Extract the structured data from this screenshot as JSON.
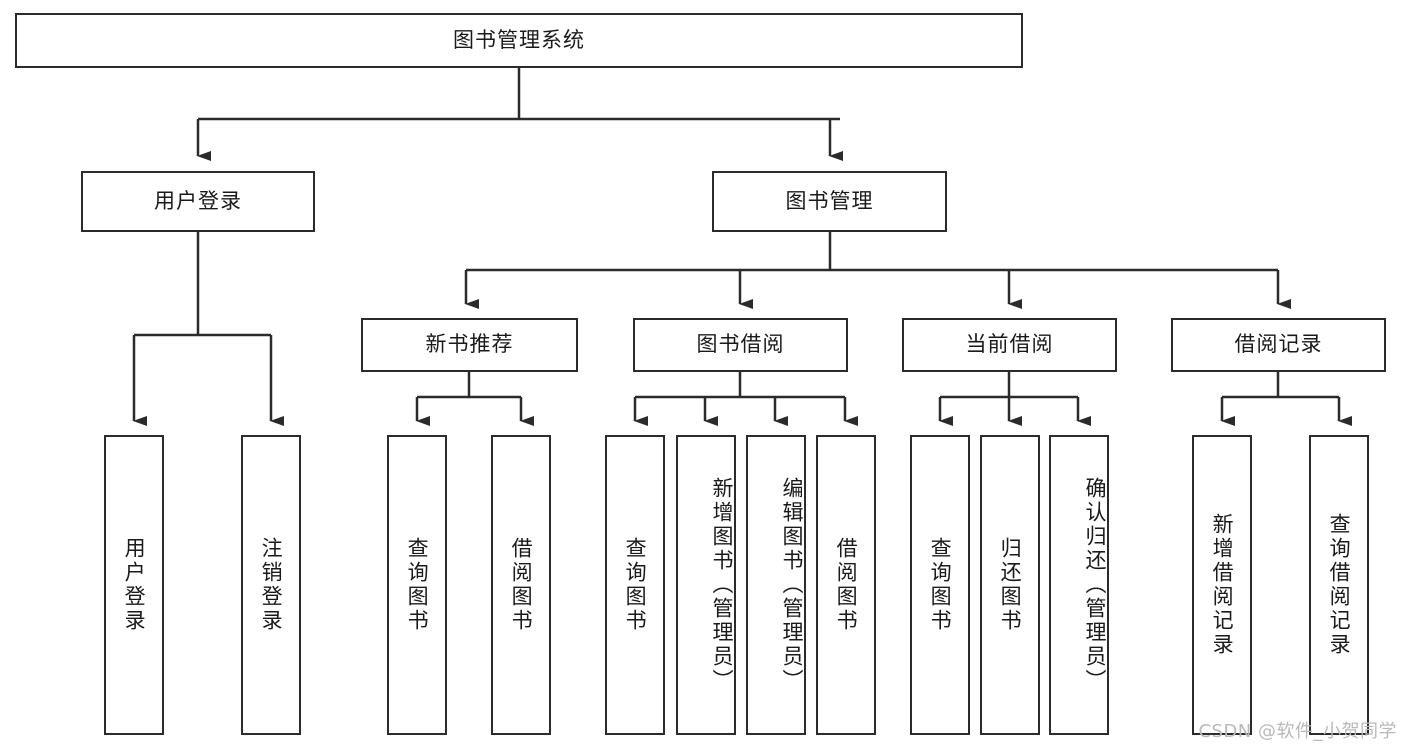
{
  "diagram": {
    "title": "图书管理系统",
    "type": "functional-structure-tree",
    "watermark": "CSDN @软件_小贺同学",
    "colors": {
      "border": "#2b2b2b",
      "background": "#ffffff",
      "text": "#1a1a1a",
      "watermark": "#b9b9b9"
    },
    "root": {
      "label": "图书管理系统"
    },
    "level2": [
      {
        "label": "用户登录"
      },
      {
        "label": "图书管理"
      }
    ],
    "level3": [
      {
        "label": "新书推荐"
      },
      {
        "label": "图书借阅"
      },
      {
        "label": "当前借阅"
      },
      {
        "label": "借阅记录"
      }
    ],
    "leaves": {
      "user_login": [
        {
          "label": "用户登录"
        },
        {
          "label": "注销登录"
        }
      ],
      "new_book_recommend": [
        {
          "label": "查询图书"
        },
        {
          "label": "借阅图书"
        }
      ],
      "book_borrow": [
        {
          "label": "查询图书"
        },
        {
          "label": "新增图书（管理员）"
        },
        {
          "label": "编辑图书（管理员）"
        },
        {
          "label": "借阅图书"
        }
      ],
      "current_borrow": [
        {
          "label": "查询图书"
        },
        {
          "label": "归还图书"
        },
        {
          "label": "确认归还（管理员）"
        }
      ],
      "borrow_record": [
        {
          "label": "新增借阅记录"
        },
        {
          "label": "查询借阅记录"
        }
      ]
    }
  }
}
